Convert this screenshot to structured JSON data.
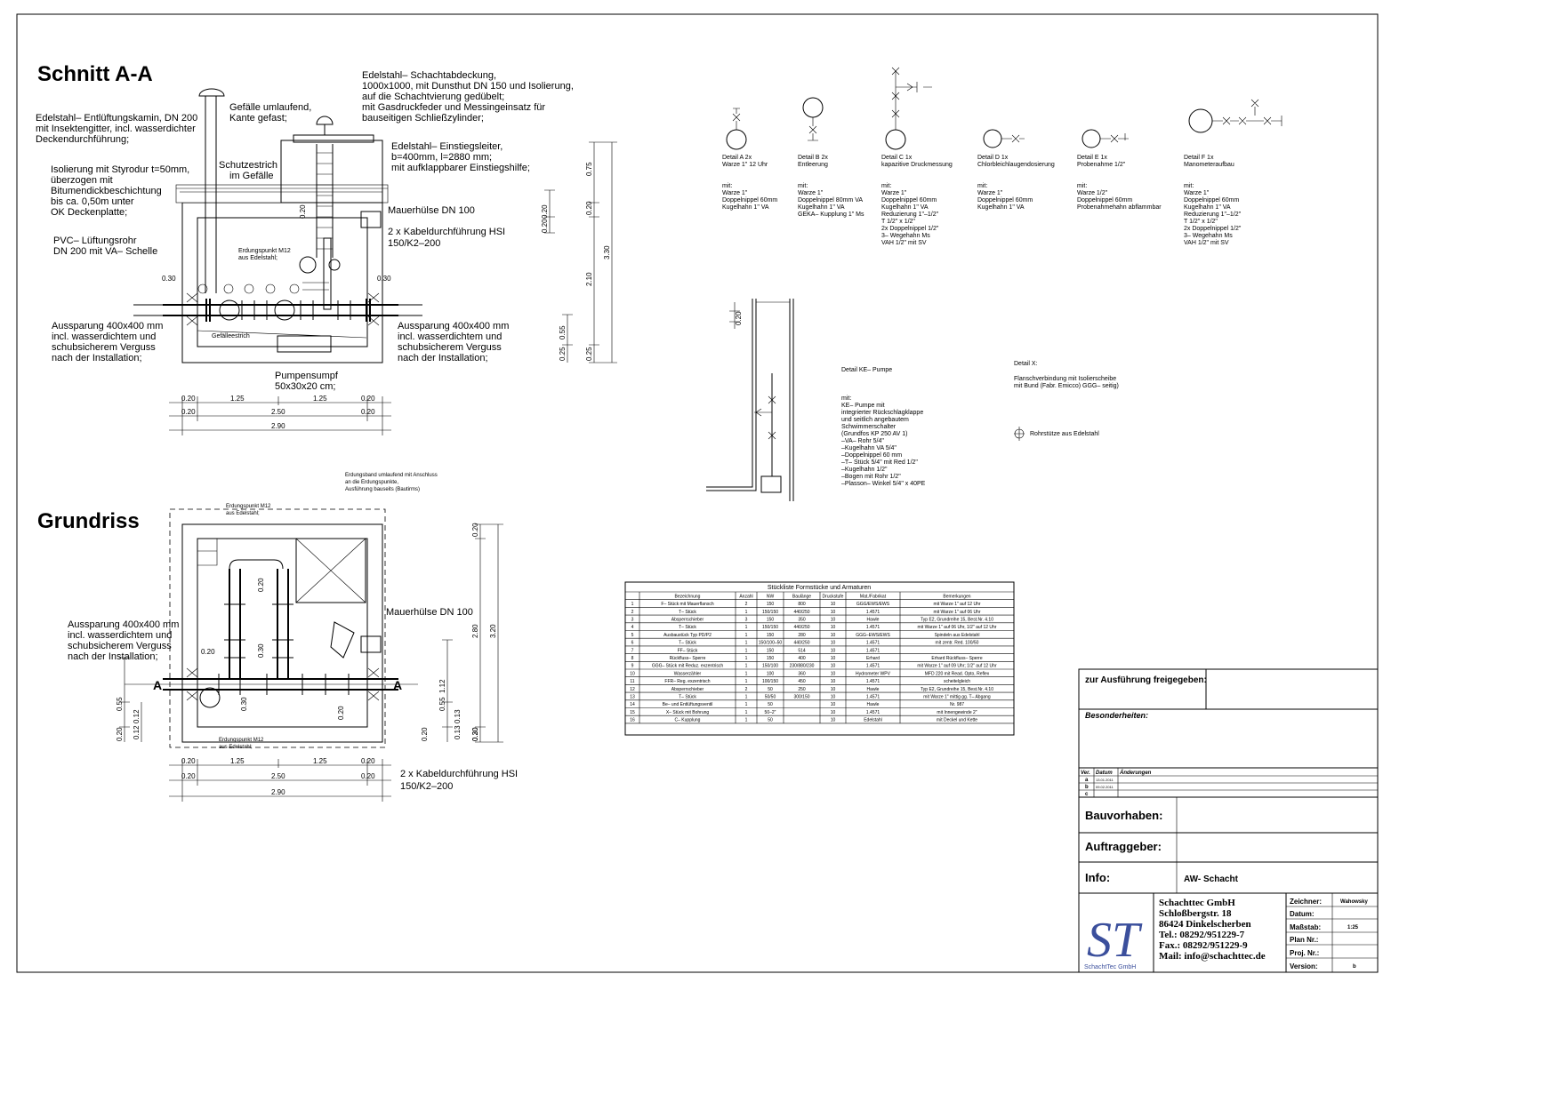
{
  "section": {
    "title": "Schnitt A-A",
    "notes": [
      [
        "Edelstahl– Schachtabdeckung,",
        "1000x1000, mit Dunsthut DN 150 und Isolierung,",
        "auf die Schachtvierung gedübelt;",
        "mit Gasdruckfeder und Messingeinsatz für",
        "bauseitigen Schließzylinder;"
      ],
      [
        "Gefälle umlaufend,",
        "Kante gefast;"
      ],
      [
        "Edelstahl– Entlüftungskamin, DN 200",
        "mit Insektengitter, incl. wasserdichter",
        "Deckendurchführung;"
      ],
      [
        "Edelstahl– Einstiegsleiter,",
        "b=400mm, l=2880 mm;",
        "mit aufklappbarer Einstiegshilfe;"
      ],
      [
        "Schutzestrich",
        "im Gefälle"
      ],
      [
        "Isolierung mit Styrodur t=50mm,",
        "überzogen mit",
        "Bitumendickbeschichtung",
        "bis ca. 0,50m unter",
        "OK Deckenplatte;"
      ],
      [
        "Mauerhülse DN 100"
      ],
      [
        "2 x Kabeldurchführung HSI",
        "150/K2–200"
      ],
      [
        "PVC– Lüftungsrohr",
        "DN 200 mit VA– Schelle"
      ],
      [
        "Erdungspunkt M12",
        "aus Edelstahl;"
      ],
      [
        "Aussparung 400x400 mm",
        "incl. wasserdichtem und",
        "schubsicherem Verguss",
        "nach der Installation;"
      ],
      [
        "Aussparung 400x400 mm",
        "incl. wasserdichtem und",
        "schubsicherem Verguss",
        "nach der Installation;"
      ],
      [
        "Gefälleestrich"
      ],
      [
        "Pumpensumpf",
        "50x30x20 cm;"
      ]
    ],
    "dims_bottom": [
      "0.20",
      "1.25",
      "1.25",
      "0.20",
      "0.20",
      "2.50",
      "0.20",
      "2.90"
    ],
    "dims_side": [
      "0.20",
      "0.20",
      "0.75",
      "0.20",
      "2.10",
      "3.30",
      "0.55",
      "0.25",
      "0.25",
      "0.30",
      "0.30",
      "0.20"
    ]
  },
  "plan": {
    "title": "Grundriss",
    "notes": [
      [
        "Erdungsband umlaufend mit Anschluss",
        "an die Erdungspunkte,",
        "Ausführung bauseits (Bautirms)"
      ],
      [
        "Erdungspunkt M12",
        "aus Edelstahl;"
      ],
      [
        "Mauerhülse DN 100"
      ],
      [
        "Aussparung 400x400 mm",
        "incl. wasserdichtem und",
        "schubsicherem Verguss",
        "nach der Installation;"
      ],
      [
        "Erdungspunkt M12",
        "aus Edelstahl;"
      ],
      [
        "2 x Kabeldurchführung HSI",
        "150/K2–200"
      ]
    ],
    "section_marks": [
      "A",
      "A"
    ],
    "dims_bottom": [
      "0.20",
      "1.25",
      "1.25",
      "0.20",
      "0.20",
      "2.50",
      "0.20",
      "2.90"
    ],
    "dims_side": [
      "0.20",
      "2.80",
      "3.20",
      "0.20",
      "1.12",
      "0.55",
      "0.55",
      "0.20",
      "0.20",
      "0.12",
      "0.12",
      "0.13",
      "0.13",
      "0.30",
      "0.20",
      "0.20",
      "0.20",
      "0.30",
      "0.30"
    ]
  },
  "details": [
    {
      "title": "Detail  A  2x",
      "sub": "Warze 1\" 12 Uhr",
      "mit_label": "mit:",
      "items": [
        "Warze 1\"",
        "Doppelnippel 60mm",
        "Kugelhahn 1\" VA"
      ]
    },
    {
      "title": "Detail  B  2x",
      "sub": "Entleerung",
      "mit_label": "mit:",
      "items": [
        "Warze 1\"",
        "Doppelnippel 80mm VA",
        "Kugelhahn 1\" VA",
        "GEKA– Kupplung 1\" Ms"
      ]
    },
    {
      "title": "Detail  C  1x",
      "sub": "kapazitive Druckmessung",
      "mit_label": "mit:",
      "items": [
        "Warze 1\"",
        "Doppelnippel 60mm",
        "Kugelhahn 1\" VA",
        "Reduzierung 1\"–1/2\"",
        "T 1/2\" x 1/2\"",
        "2x Doppelnippel 1/2\"",
        "3– Wegehahn Ms",
        "VAH 1/2\" mit SV"
      ]
    },
    {
      "title": "Detail  D  1x",
      "sub": "Chlorbleichlaugendosierung",
      "mit_label": "mit:",
      "items": [
        "Warze 1\"",
        "Doppelnippel 60mm",
        "Kugelhahn 1\" VA"
      ]
    },
    {
      "title": "Detail  E  1x",
      "sub": "Probenahme 1/2\"",
      "mit_label": "mit:",
      "items": [
        "Warze 1/2\"",
        "Doppelnippel 60mm",
        "Probenahmehahn abflammbar"
      ]
    },
    {
      "title": "Detail  F  1x",
      "sub": "Manometeraufbau",
      "mit_label": "mit:",
      "items": [
        "Warze 1\"",
        "Doppelnippel 60mm",
        "Kugelhahn 1\" VA",
        "Reduzierung 1\"–1/2\"",
        "T 1/2\" x 1/2\"",
        "2x Doppelnippel 1/2\"",
        "3– Wegehahn Ms",
        "VAH 1/2\" mit SV"
      ]
    }
  ],
  "detail_ke": {
    "title": "Detail  KE– Pumpe",
    "mit_label": "mit:",
    "items": [
      "KE– Pumpe mit",
      "  integrierter Rückschlagklappe",
      "  und seitlich angebautem",
      "  Schwimmerschalter",
      "  (Grundfos KP 250 AV 1)",
      "–VA– Rohr 5/4\"",
      "–Kugelhahn VA 5/4\"",
      "–Doppelnippel 60 mm",
      "–T– Stück 5/4\" mit Red 1/2\"",
      "–Kugelhahn 1/2\"",
      "–Bogen mit Rohr 1/2\"",
      "–Plasson– Winkel 5/4\" x 40PE"
    ],
    "dim": "0.20"
  },
  "detail_x": {
    "title": "Detail  X:",
    "lines": [
      "Flanschverbindung mit Isolierscheibe",
      "mit Bund (Fabr. Emicco) GGG– seitig)"
    ],
    "legend": "Rohrstütze aus Edelstahl"
  },
  "bom": {
    "title": "Stückliste Formstücke und Armaturen",
    "headers": [
      "",
      "Bezeichnung",
      "Anzahl",
      "NW",
      "Baulänge",
      "Druckstufe",
      "Mat./Fabrikat",
      "Bemerkungen"
    ],
    "rows": [
      [
        "1",
        "F– Stück mit Mauerflansch",
        "2",
        "150",
        "800",
        "10",
        "GGG/EWS/EWS",
        "mit Warze 1\" auf 12 Uhr"
      ],
      [
        "2",
        "T– Stück",
        "1",
        "150/150",
        "440/250",
        "10",
        "1.4571",
        "mit Warze 1\" auf 06 Uhr"
      ],
      [
        "3",
        "Absperrschieber",
        "3",
        "150",
        "350",
        "10",
        "Hawle",
        "Typ E2, Grundreihe 15, Best.Nr. 4.10"
      ],
      [
        "4",
        "T– Stück",
        "1",
        "150/150",
        "440/250",
        "10",
        "1.4571",
        "mit Warze 1\" auf 06 Uhr, 1/2\" auf 12 Uhr"
      ],
      [
        "5",
        "Ausbaustück Typ PD/P2",
        "1",
        "150",
        "280",
        "10",
        "GGG–EWS/EWS",
        "Spindeln aus Edelstahl"
      ],
      [
        "6",
        "T– Stück",
        "1",
        "150/100–50",
        "440/250",
        "10",
        "1.4571",
        "mit zentr. Red. 100/50"
      ],
      [
        "7",
        "FF– Stück",
        "1",
        "150",
        "514",
        "10",
        "1.4571",
        ""
      ],
      [
        "8",
        "Rückfluss– Sperre",
        "1",
        "150",
        "400",
        "10",
        "Erhard",
        "Erhard Rückfluss– Sperre"
      ],
      [
        "9",
        "GGG– Stück mit Reduz. exzentrisch",
        "1",
        "150/100",
        "230/880/230",
        "10",
        "1.4571",
        "mit Warze 1\" auf 09 Uhr; 1/2\" auf 12 Uhr"
      ],
      [
        "10",
        "Wasserzähler",
        "1",
        "100",
        "360",
        "10",
        "Hydrometer WPV",
        "MFD 220 mit Read. Opto, Reflex"
      ],
      [
        "11",
        "FFR– Reg. exzentrisch",
        "1",
        "100/150",
        "450",
        "10",
        "1.4571",
        "scheitelgleich"
      ],
      [
        "12",
        "Absperrschieber",
        "2",
        "50",
        "250",
        "10",
        "Hawle",
        "Typ E2, Grundreihe 15, Best.Nr. 4.10"
      ],
      [
        "13",
        "T– Stück",
        "1",
        "50/50",
        "300/150",
        "10",
        "1.4571",
        "mit Warze 1\" mittig gg. T– Abgang"
      ],
      [
        "14",
        "Be– und Entlüftungsventil",
        "1",
        "50",
        "",
        "10",
        "Hawle",
        "Nr. 987"
      ],
      [
        "15",
        "X– Stück mit Bohrung",
        "1",
        "50–2\"",
        "",
        "10",
        "1.4571",
        "mit Innengewinde 2\""
      ],
      [
        "16",
        "C– Kupplung",
        "1",
        "50",
        "",
        "10",
        "Edelstahl",
        "mit Deckel und Kette"
      ]
    ]
  },
  "title_block": {
    "release_label": "zur Ausführung freigegeben:",
    "special_label": "Besonderheiten:",
    "rev_headers": [
      "Ver.",
      "Datum",
      "Änderungen"
    ],
    "revisions": [
      [
        "a",
        "13.01.2011"
      ],
      [
        "b",
        "09.02.2011"
      ],
      [
        "c",
        ""
      ]
    ],
    "project_label": "Bauvorhaben:",
    "client_label": "Auftraggeber:",
    "info_label": "Info:",
    "info_value": "AW- Schacht",
    "company_lines": [
      "Schachttec GmbH",
      "Schloßbergstr. 18",
      "86424 Dinkelscherben",
      "Tel.: 08292/951229-7",
      "Fax.: 08292/951229-9",
      "Mail: info@schachttec.de"
    ],
    "logo_text": "ST",
    "logo_caption": "SchachtTec GmbH",
    "fields": [
      {
        "label": "Zeichner:",
        "value": "Wahowsky"
      },
      {
        "label": "Datum:",
        "value": ""
      },
      {
        "label": "Maßstab:",
        "value": "1:25"
      },
      {
        "label": "Plan Nr.:",
        "value": ""
      },
      {
        "label": "Proj. Nr.:",
        "value": ""
      },
      {
        "label": "Version:",
        "value": "b"
      }
    ]
  }
}
